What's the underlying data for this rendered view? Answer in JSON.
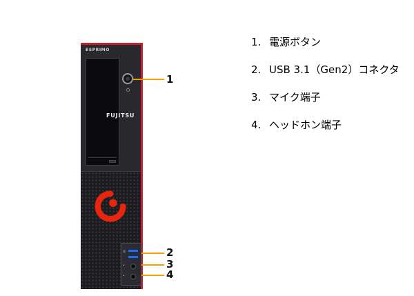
{
  "tower": {
    "model_label": "ESPRIMO",
    "brand_label": "FUJITSU"
  },
  "callouts": [
    {
      "num": "1",
      "legend_num": "1.",
      "label": "電源ボタン"
    },
    {
      "num": "2",
      "legend_num": "2.",
      "label": "USB 3.1（Gen2）コネクタ"
    },
    {
      "num": "3",
      "legend_num": "3.",
      "label": "マイク端子"
    },
    {
      "num": "4",
      "legend_num": "4.",
      "label": "ヘッドホン端子"
    }
  ],
  "colors": {
    "accent_red": "#c8202e",
    "logo_red": "#e8250f",
    "callout_line": "#f2a200",
    "tower_body": "#28282d",
    "usb_blue": "#2b6bd8"
  }
}
